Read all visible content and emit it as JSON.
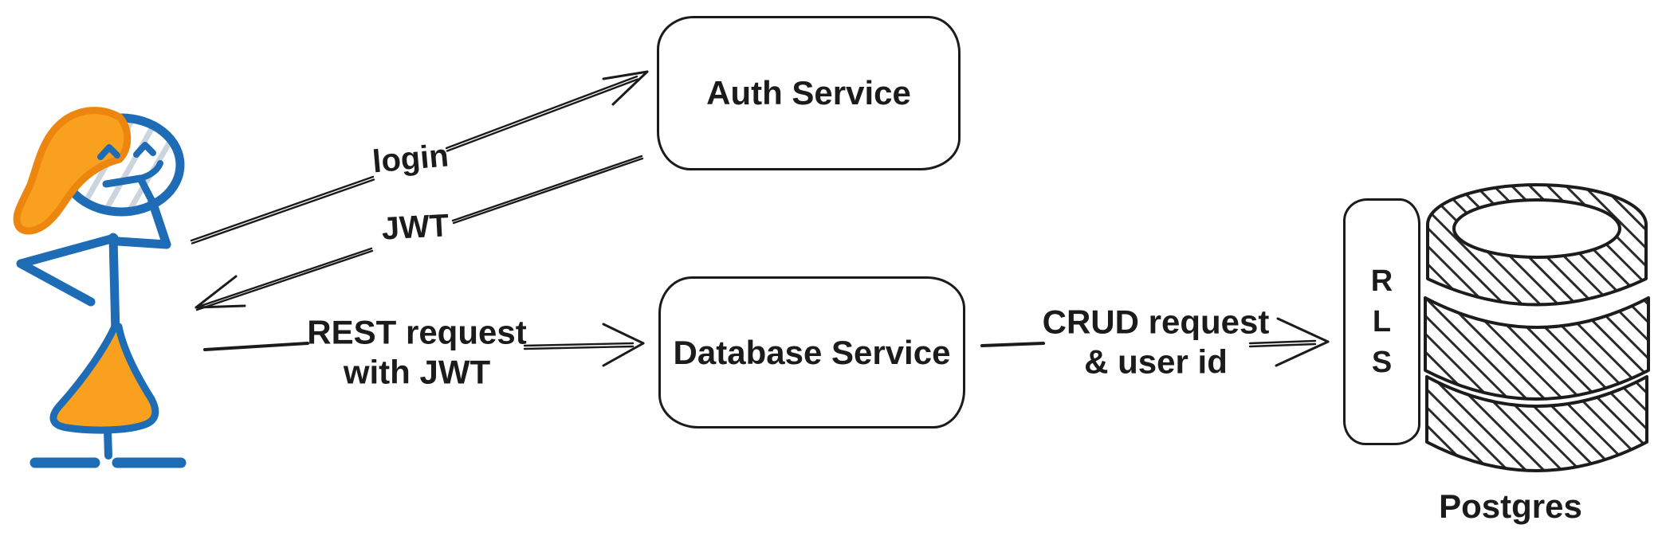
{
  "canvas": {
    "background": "#ffffff"
  },
  "actor": {
    "icon": "stick-figure-user-icon",
    "role": "user"
  },
  "nodes": {
    "auth_service": {
      "label": "Auth Service"
    },
    "database_service": {
      "label": "Database Service"
    },
    "rls": {
      "letters": [
        "R",
        "L",
        "S"
      ]
    },
    "postgres": {
      "caption": "Postgres",
      "icon": "database-cylinder-icon"
    }
  },
  "edges": {
    "login": {
      "label": "login",
      "from": "user",
      "to": "auth_service"
    },
    "jwt": {
      "label": "JWT",
      "from": "auth_service",
      "to": "user"
    },
    "rest": {
      "label": "REST request\nwith JWT",
      "from": "user",
      "to": "database_service"
    },
    "crud": {
      "label": "CRUD request\n& user id",
      "from": "database_service",
      "to": "rls"
    }
  },
  "colors": {
    "ink": "#1b1b1b",
    "actor_blue": "#1d6cb5",
    "hair_orange_fill": "#f9a11f",
    "hair_orange_stroke": "#ec860e",
    "face_hatch_gray": "#ccd5de"
  }
}
